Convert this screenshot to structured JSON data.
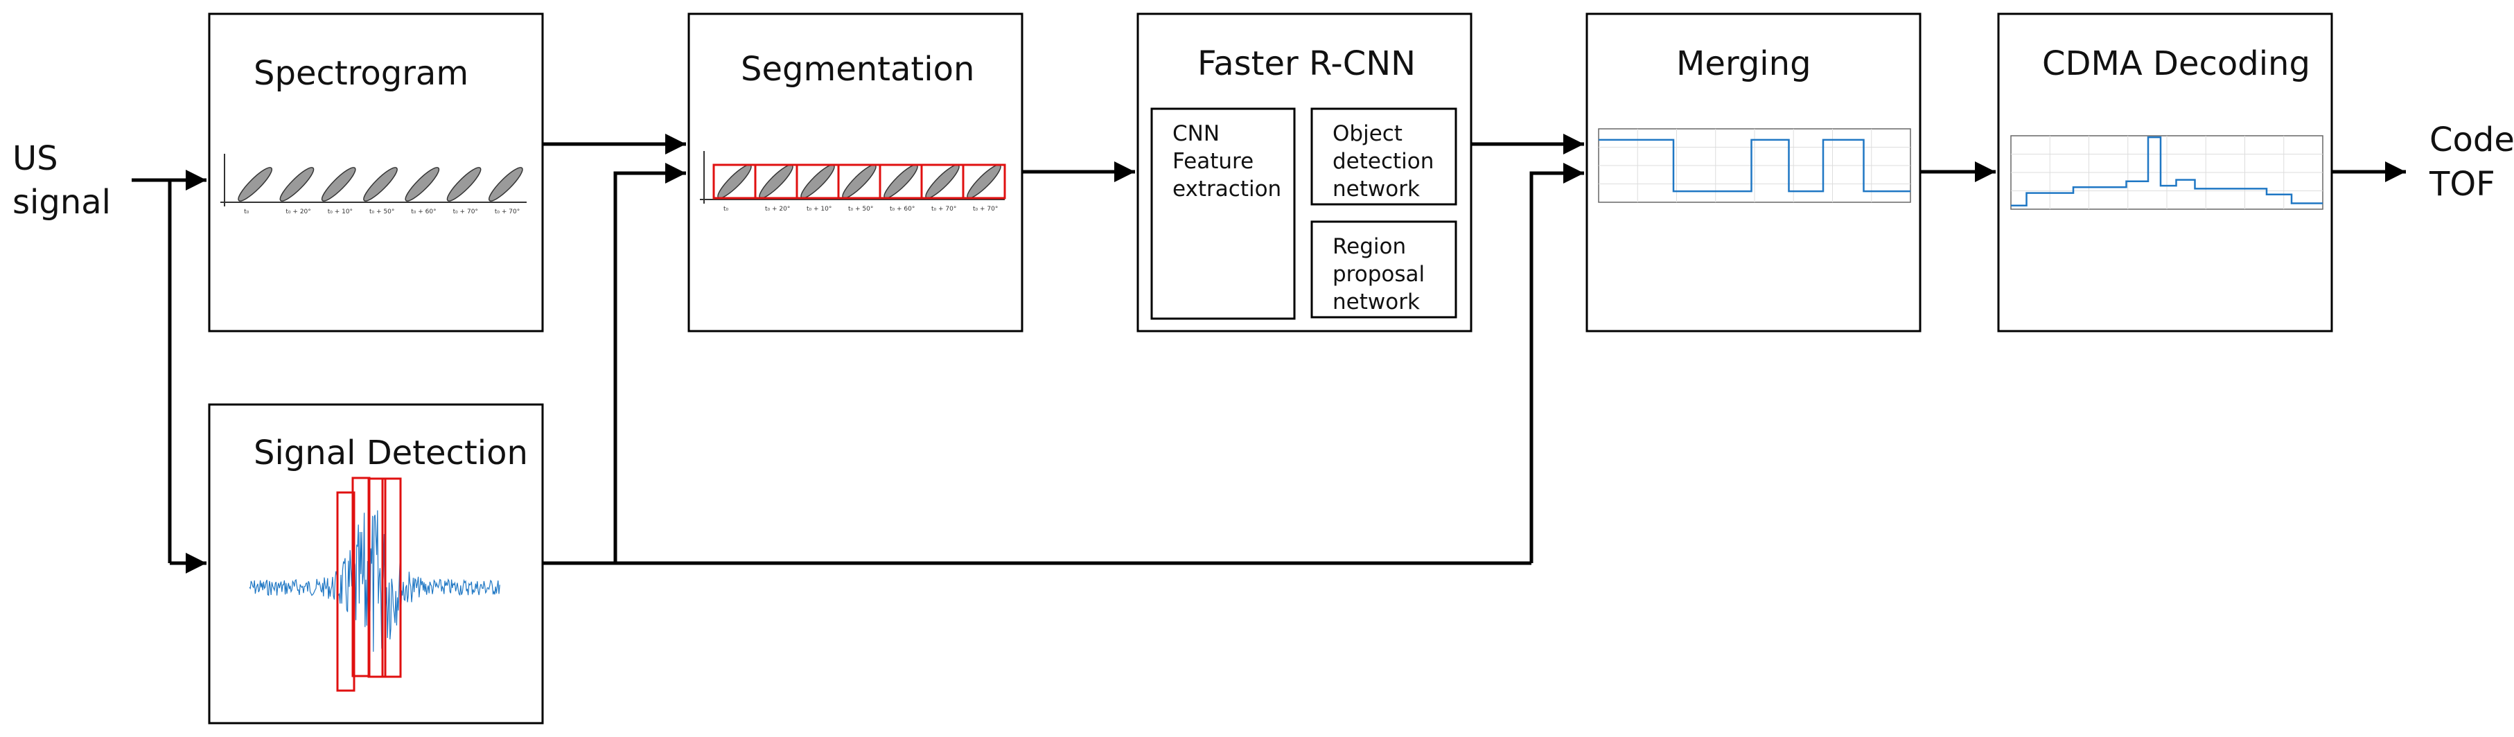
{
  "input": {
    "line1": "US",
    "line2": "signal"
  },
  "output": {
    "line1": "Code",
    "line2": "TOF"
  },
  "blocks": {
    "spectrogram": {
      "title": "Spectrogram",
      "tick_labels": [
        "t₀",
        "t₀ + 20°",
        "t₀ + 10°",
        "t₀ + 50°",
        "t₀ + 60°",
        "t₀ + 70°",
        "t₀ + 70°"
      ]
    },
    "signal_detection": {
      "title": "Signal Detection"
    },
    "segmentation": {
      "title": "Segmentation",
      "tick_labels": [
        "t₀",
        "t₀ + 20°",
        "t₀ + 10°",
        "t₀ + 50°",
        "t₀ + 60°",
        "t₀ + 70°",
        "t₀ + 70°"
      ]
    },
    "faster_rcnn": {
      "title": "Faster R-CNN",
      "sub_cnn": [
        "CNN",
        "Feature",
        "extraction"
      ],
      "sub_object": [
        "Object",
        "detection",
        "network"
      ],
      "sub_region": [
        "Region",
        "proposal",
        "network"
      ]
    },
    "merging": {
      "title": "Merging"
    },
    "cdma": {
      "title": "CDMA Decoding"
    }
  },
  "colors": {
    "line": "#000000",
    "signal": "#1f77c4",
    "detection_box": "#e01010",
    "plot_grid": "#dddddd"
  }
}
